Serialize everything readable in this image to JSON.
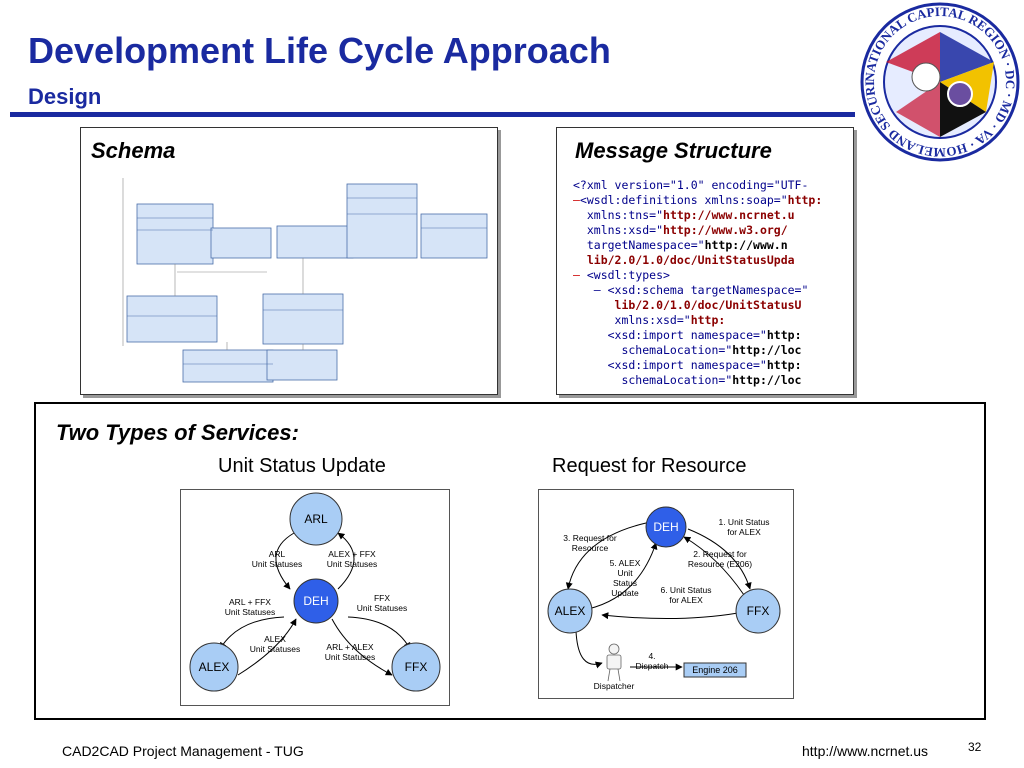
{
  "slide": {
    "title": "Development Life Cycle Approach",
    "subtitle": "Design",
    "footer_left": "CAD2CAD Project Management - TUG",
    "footer_right": "http://www.ncrnet.us",
    "page_number": "32"
  },
  "seal": {
    "text": "NATIONAL CAPITAL REGION · DC · MD · VA · HOMELAND SECURITY ·"
  },
  "schema_panel": {
    "label": "Schema"
  },
  "message_panel": {
    "label": "Message Structure",
    "lines": [
      {
        "mark": "",
        "parts": [
          {
            "t": "<?xml version=\"1.0\" encoding=\"UTF-",
            "c": "blue"
          }
        ]
      },
      {
        "mark": "–",
        "parts": [
          {
            "t": "<wsdl:definitions xmlns:soap=\"",
            "c": "blue"
          },
          {
            "t": "http:",
            "c": "red"
          }
        ]
      },
      {
        "mark": "",
        "parts": [
          {
            "t": "  xmlns:tns=\"",
            "c": "blue"
          },
          {
            "t": "http://www.ncrnet.u",
            "c": "red"
          }
        ]
      },
      {
        "mark": "",
        "parts": [
          {
            "t": "  xmlns:xsd=\"",
            "c": "blue"
          },
          {
            "t": "http://www.w3.org/",
            "c": "red"
          }
        ]
      },
      {
        "mark": "",
        "parts": [
          {
            "t": "  targetNamespace=\"",
            "c": "blue"
          },
          {
            "t": "http://www.n",
            "c": "bold"
          }
        ]
      },
      {
        "mark": "",
        "parts": [
          {
            "t": "  lib/2.0/1.0/doc/UnitStatusUpda",
            "c": "red"
          }
        ]
      },
      {
        "mark": "–",
        "parts": [
          {
            "t": " <wsdl:types>",
            "c": "blue"
          }
        ]
      },
      {
        "mark": "",
        "parts": [
          {
            "t": "   – <xsd:schema targetNamespace=\"",
            "c": "blue"
          }
        ]
      },
      {
        "mark": "",
        "parts": [
          {
            "t": "      lib/2.0/1.0/doc/UnitStatusU",
            "c": "red"
          }
        ]
      },
      {
        "mark": "",
        "parts": [
          {
            "t": "      xmlns:xsd=\"",
            "c": "blue"
          },
          {
            "t": "http:",
            "c": "red"
          }
        ]
      },
      {
        "mark": "",
        "parts": [
          {
            "t": "     <xsd:import namespace=\"",
            "c": "blue"
          },
          {
            "t": "http:",
            "c": "bold"
          }
        ]
      },
      {
        "mark": "",
        "parts": [
          {
            "t": "       schemaLocation=\"",
            "c": "blue"
          },
          {
            "t": "http://loc",
            "c": "bold"
          }
        ]
      },
      {
        "mark": "",
        "parts": [
          {
            "t": "     <xsd:import namespace=\"",
            "c": "blue"
          },
          {
            "t": "http:",
            "c": "bold"
          }
        ]
      },
      {
        "mark": "",
        "parts": [
          {
            "t": "       schemaLocation=\"",
            "c": "blue"
          },
          {
            "t": "http://loc",
            "c": "bold"
          }
        ]
      }
    ]
  },
  "services": {
    "heading": "Two Types of Services:",
    "unit_status": {
      "title": "Unit Status Update",
      "nodes": {
        "arl": "ARL",
        "deh": "DEH",
        "alex": "ALEX",
        "ffx": "FFX"
      },
      "edges": [
        {
          "l1": "ARL",
          "l2": "Unit Statuses"
        },
        {
          "l1": "ALEX + FFX",
          "l2": "Unit Statuses"
        },
        {
          "l1": "ARL + FFX",
          "l2": "Unit Statuses"
        },
        {
          "l1": "FFX",
          "l2": "Unit Statuses"
        },
        {
          "l1": "ALEX",
          "l2": "Unit Statuses"
        },
        {
          "l1": "ARL + ALEX",
          "l2": "Unit Statuses"
        }
      ]
    },
    "request_resource": {
      "title": "Request for Resource",
      "nodes": {
        "deh": "DEH",
        "alex": "ALEX",
        "ffx": "FFX"
      },
      "labels": {
        "l1a": "1. Unit Status",
        "l1b": "for ALEX",
        "l2a": "2. Request for",
        "l2b": "Resource (E206)",
        "l3a": "3. Request for",
        "l3b": "Resource",
        "l4a": "4.",
        "l4b": "Dispatch",
        "l5a": "5. ALEX",
        "l5b": "Unit",
        "l5c": "Status",
        "l5d": "Update",
        "l6a": "6. Unit Status",
        "l6b": "for ALEX"
      },
      "dispatcher": "Dispatcher",
      "engine": "Engine 206"
    }
  },
  "colors": {
    "title_blue": "#1a2aa0",
    "node_light": "#a9cdf5",
    "node_dark": "#2f5fe8",
    "engine_fill": "#a9cdf5"
  }
}
